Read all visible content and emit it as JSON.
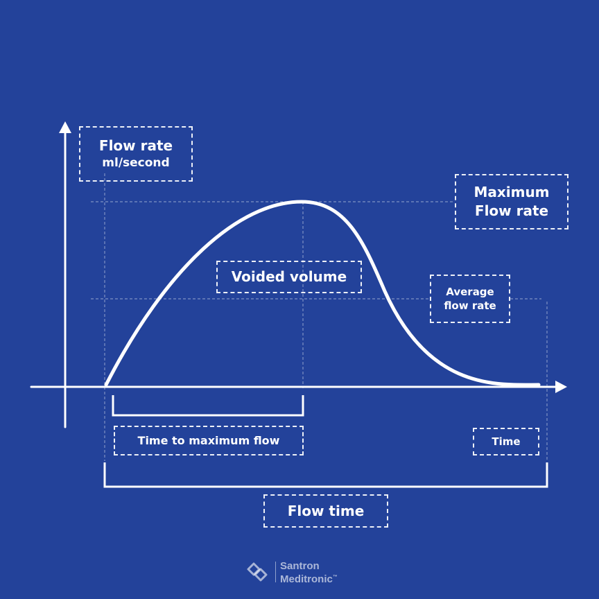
{
  "labels": {
    "flow_rate": "Flow rate",
    "flow_rate_unit": "ml/second",
    "max_flow_line1": "Maximum",
    "max_flow_line2": "Flow rate",
    "voided_volume": "Voided volume",
    "avg_line1": "Average",
    "avg_line2": "flow rate",
    "time_to_max": "Time to maximum flow",
    "time": "Time",
    "flow_time": "Flow time"
  },
  "brand": {
    "name_line1": "Santron",
    "name_line2": "Meditronic",
    "trademark": "™",
    "logo_icon": "diamond-links-logo-icon"
  },
  "colors": {
    "background": "#23429A",
    "foreground": "#FFFFFF"
  }
}
